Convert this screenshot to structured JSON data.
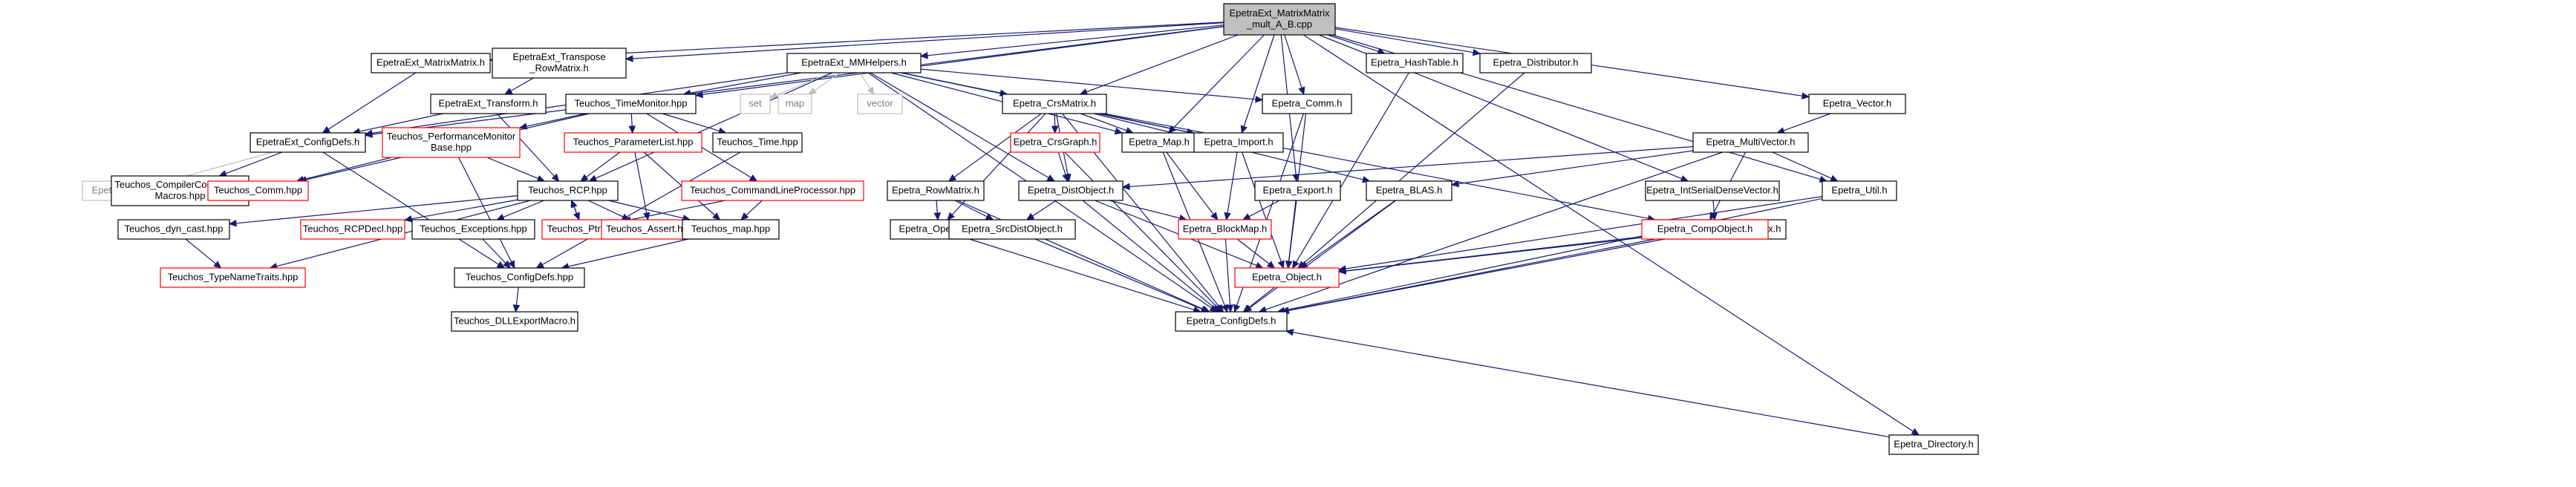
{
  "graph": {
    "root": "EpetraExt_MatrixMatrix_mult_A_B.cpp",
    "nodes": [
      {
        "id": "root",
        "lines": [
          "EpetraExt_MatrixMatrix",
          "_mult_A_B.cpp"
        ],
        "kind": "root"
      },
      {
        "id": "eemm",
        "lines": [
          "EpetraExt_MatrixMatrix.h"
        ],
        "kind": "doc"
      },
      {
        "id": "eetr",
        "lines": [
          "EpetraExt_Transpose",
          "_RowMatrix.h"
        ],
        "kind": "doc"
      },
      {
        "id": "eemmh",
        "lines": [
          "EpetraExt_MMHelpers.h"
        ],
        "kind": "doc"
      },
      {
        "id": "eht",
        "lines": [
          "Epetra_HashTable.h"
        ],
        "kind": "doc"
      },
      {
        "id": "edist",
        "lines": [
          "Epetra_Distributor.h"
        ],
        "kind": "doc"
      },
      {
        "id": "evec",
        "lines": [
          "Epetra_Vector.h"
        ],
        "kind": "doc"
      },
      {
        "id": "edir",
        "lines": [
          "Epetra_Directory.h"
        ],
        "kind": "doc"
      },
      {
        "id": "eetf",
        "lines": [
          "EpetraExt_Transform.h"
        ],
        "kind": "doc"
      },
      {
        "id": "ttm",
        "lines": [
          "Teuchos_TimeMonitor.hpp"
        ],
        "kind": "doc"
      },
      {
        "id": "set",
        "lines": [
          "set"
        ],
        "kind": "sys"
      },
      {
        "id": "map",
        "lines": [
          "map"
        ],
        "kind": "sys"
      },
      {
        "id": "vector",
        "lines": [
          "vector"
        ],
        "kind": "sys"
      },
      {
        "id": "ecrs",
        "lines": [
          "Epetra_CrsMatrix.h"
        ],
        "kind": "doc"
      },
      {
        "id": "ecomm",
        "lines": [
          "Epetra_Comm.h"
        ],
        "kind": "doc"
      },
      {
        "id": "eecd",
        "lines": [
          "EpetraExt_ConfigDefs.h"
        ],
        "kind": "doc"
      },
      {
        "id": "tpmb",
        "lines": [
          "Teuchos_PerformanceMonitor",
          "Base.hpp"
        ],
        "kind": "undoc"
      },
      {
        "id": "tpl",
        "lines": [
          "Teuchos_ParameterList.hpp"
        ],
        "kind": "undoc"
      },
      {
        "id": "tt",
        "lines": [
          "Teuchos_Time.hpp"
        ],
        "kind": "doc"
      },
      {
        "id": "ecg",
        "lines": [
          "Epetra_CrsGraph.h"
        ],
        "kind": "undoc"
      },
      {
        "id": "emap",
        "lines": [
          "Epetra_Map.h"
        ],
        "kind": "doc"
      },
      {
        "id": "eimp",
        "lines": [
          "Epetra_Import.h"
        ],
        "kind": "doc"
      },
      {
        "id": "emv",
        "lines": [
          "Epetra_MultiVector.h"
        ],
        "kind": "doc"
      },
      {
        "id": "eecfg",
        "lines": [
          "EpetraExt_config.h"
        ],
        "kind": "sys"
      },
      {
        "id": "tcctm",
        "lines": [
          "Teuchos_CompilerCodeTweak",
          "Macros.hpp"
        ],
        "kind": "doc"
      },
      {
        "id": "tcomm",
        "lines": [
          "Teuchos_Comm.hpp"
        ],
        "kind": "undoc"
      },
      {
        "id": "trcp",
        "lines": [
          "Teuchos_RCP.hpp"
        ],
        "kind": "doc"
      },
      {
        "id": "tclp",
        "lines": [
          "Teuchos_CommandLineProcessor.hpp"
        ],
        "kind": "undoc"
      },
      {
        "id": "erm",
        "lines": [
          "Epetra_RowMatrix.h"
        ],
        "kind": "doc"
      },
      {
        "id": "edo",
        "lines": [
          "Epetra_DistObject.h"
        ],
        "kind": "doc"
      },
      {
        "id": "eexp",
        "lines": [
          "Epetra_Export.h"
        ],
        "kind": "doc"
      },
      {
        "id": "eblas",
        "lines": [
          "Epetra_BLAS.h"
        ],
        "kind": "doc"
      },
      {
        "id": "eisdv",
        "lines": [
          "Epetra_IntSerialDenseVector.h"
        ],
        "kind": "doc"
      },
      {
        "id": "eutil",
        "lines": [
          "Epetra_Util.h"
        ],
        "kind": "doc"
      },
      {
        "id": "tdc",
        "lines": [
          "Teuchos_dyn_cast.hpp"
        ],
        "kind": "doc"
      },
      {
        "id": "trcpd",
        "lines": [
          "Teuchos_RCPDecl.hpp"
        ],
        "kind": "undoc"
      },
      {
        "id": "texc",
        "lines": [
          "Teuchos_Exceptions.hpp"
        ],
        "kind": "doc"
      },
      {
        "id": "tptr",
        "lines": [
          "Teuchos_Ptr.hpp"
        ],
        "kind": "undoc"
      },
      {
        "id": "tass",
        "lines": [
          "Teuchos_Assert.hpp"
        ],
        "kind": "undoc"
      },
      {
        "id": "tmap",
        "lines": [
          "Teuchos_map.hpp"
        ],
        "kind": "doc"
      },
      {
        "id": "eop",
        "lines": [
          "Epetra_Operator.h"
        ],
        "kind": "doc"
      },
      {
        "id": "esdo",
        "lines": [
          "Epetra_SrcDistObject.h"
        ],
        "kind": "doc"
      },
      {
        "id": "ebm",
        "lines": [
          "Epetra_BlockMap.h"
        ],
        "kind": "undoc"
      },
      {
        "id": "eobj",
        "lines": [
          "Epetra_Object.h"
        ],
        "kind": "undoc"
      },
      {
        "id": "eisdm",
        "lines": [
          "Epetra_IntSerialDenseMatrix.h"
        ],
        "kind": "doc"
      },
      {
        "id": "eco",
        "lines": [
          "Epetra_CompObject.h"
        ],
        "kind": "undoc"
      },
      {
        "id": "ttnt",
        "lines": [
          "Teuchos_TypeNameTraits.hpp"
        ],
        "kind": "undoc"
      },
      {
        "id": "tcd",
        "lines": [
          "Teuchos_ConfigDefs.hpp"
        ],
        "kind": "doc"
      },
      {
        "id": "ecd",
        "lines": [
          "Epetra_ConfigDefs.h"
        ],
        "kind": "doc"
      },
      {
        "id": "tdll",
        "lines": [
          "Teuchos_DLLExportMacro.h"
        ],
        "kind": "doc"
      }
    ],
    "edges": [
      [
        "root",
        "eemm"
      ],
      [
        "root",
        "eetr"
      ],
      [
        "root",
        "eemmh"
      ],
      [
        "root",
        "eht"
      ],
      [
        "root",
        "edist"
      ],
      [
        "root",
        "evec"
      ],
      [
        "root",
        "edir"
      ],
      [
        "root",
        "eecd"
      ],
      [
        "root",
        "ttm"
      ],
      [
        "root",
        "ecrs"
      ],
      [
        "root",
        "ecomm"
      ],
      [
        "root",
        "emap"
      ],
      [
        "root",
        "eimp"
      ],
      [
        "root",
        "eexp"
      ],
      [
        "root",
        "eisdv"
      ],
      [
        "root",
        "eutil"
      ],
      [
        "eemm",
        "eecd"
      ],
      [
        "eetr",
        "eetf"
      ],
      [
        "eetf",
        "eecd"
      ],
      [
        "eetf",
        "trcp"
      ],
      [
        "eemmh",
        "eecd"
      ],
      [
        "eemmh",
        "ttm"
      ],
      [
        "eemmh",
        "set"
      ],
      [
        "eemmh",
        "map"
      ],
      [
        "eemmh",
        "vector"
      ],
      [
        "eemmh",
        "ecrs"
      ],
      [
        "eemmh",
        "ecomm"
      ],
      [
        "eemmh",
        "emap"
      ],
      [
        "eemmh",
        "eimp"
      ],
      [
        "eemmh",
        "edo"
      ],
      [
        "eemmh",
        "trcp"
      ],
      [
        "eemmh",
        "ecd"
      ],
      [
        "ttm",
        "tpmb"
      ],
      [
        "ttm",
        "tpl"
      ],
      [
        "ttm",
        "tt"
      ],
      [
        "ttm",
        "tclp"
      ],
      [
        "ttm",
        "tcomm"
      ],
      [
        "eecd",
        "eecfg"
      ],
      [
        "eecd",
        "tcctm"
      ],
      [
        "eecd",
        "tcd"
      ],
      [
        "tpmb",
        "tcomm"
      ],
      [
        "tpmb",
        "trcp"
      ],
      [
        "tpmb",
        "tcd"
      ],
      [
        "tpl",
        "trcp"
      ],
      [
        "tpl",
        "tass"
      ],
      [
        "tpl",
        "tmap"
      ],
      [
        "tt",
        "tcd"
      ],
      [
        "tclp",
        "tptr"
      ],
      [
        "tclp",
        "tmap"
      ],
      [
        "ecrs",
        "ecg"
      ],
      [
        "ecrs",
        "emap"
      ],
      [
        "ecrs",
        "eimp"
      ],
      [
        "ecrs",
        "erm"
      ],
      [
        "ecrs",
        "edo"
      ],
      [
        "ecrs",
        "eblas"
      ],
      [
        "ecrs",
        "eop"
      ],
      [
        "ecrs",
        "eco"
      ],
      [
        "ecrs",
        "ecd"
      ],
      [
        "ecomm",
        "eobj"
      ],
      [
        "ecomm",
        "ecd"
      ],
      [
        "ecg",
        "edo"
      ],
      [
        "ecg",
        "ecd"
      ],
      [
        "emap",
        "ebm"
      ],
      [
        "emap",
        "ecd"
      ],
      [
        "eimp",
        "ebm"
      ],
      [
        "eimp",
        "eobj"
      ],
      [
        "evec",
        "emv"
      ],
      [
        "emv",
        "edo"
      ],
      [
        "emv",
        "eblas"
      ],
      [
        "emv",
        "eco"
      ],
      [
        "emv",
        "eutil"
      ],
      [
        "emv",
        "ecd"
      ],
      [
        "edir",
        "ecd"
      ],
      [
        "eht",
        "eobj"
      ],
      [
        "edist",
        "eobj"
      ],
      [
        "trcp",
        "tdc"
      ],
      [
        "trcp",
        "trcpd"
      ],
      [
        "trcp",
        "texc"
      ],
      [
        "trcp",
        "tptr"
      ],
      [
        "trcp",
        "tass"
      ],
      [
        "trcp",
        "tmap"
      ],
      [
        "trcp",
        "ttnt"
      ],
      [
        "tptr",
        "trcp"
      ],
      [
        "tdc",
        "ttnt"
      ],
      [
        "texc",
        "tcd"
      ],
      [
        "tmap",
        "tcd"
      ],
      [
        "tcd",
        "tdll"
      ],
      [
        "erm",
        "eop"
      ],
      [
        "erm",
        "esdo"
      ],
      [
        "erm",
        "ecd"
      ],
      [
        "edo",
        "esdo"
      ],
      [
        "edo",
        "ebm"
      ],
      [
        "edo",
        "eobj"
      ],
      [
        "edo",
        "ecd"
      ],
      [
        "eexp",
        "ebm"
      ],
      [
        "eexp",
        "eobj"
      ],
      [
        "eblas",
        "eobj"
      ],
      [
        "eblas",
        "ecd"
      ],
      [
        "eisdv",
        "eisdm"
      ],
      [
        "eisdm",
        "eobj"
      ],
      [
        "eisdm",
        "ecd"
      ],
      [
        "eutil",
        "eobj"
      ],
      [
        "eutil",
        "ecd"
      ],
      [
        "eco",
        "eobj"
      ],
      [
        "eco",
        "ecd"
      ],
      [
        "eop",
        "ecd"
      ],
      [
        "esdo",
        "ecd"
      ],
      [
        "ebm",
        "eobj"
      ],
      [
        "ebm",
        "ecd"
      ],
      [
        "eobj",
        "ecd"
      ]
    ]
  }
}
